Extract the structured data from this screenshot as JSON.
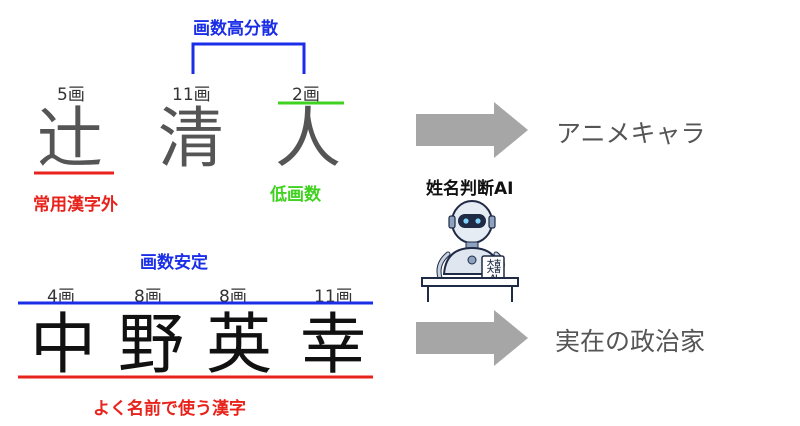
{
  "name1": {
    "chars": [
      "辻",
      "清",
      "人"
    ],
    "strokes": [
      "5画",
      "11画",
      "2画"
    ],
    "bracket_label": "画数高分散",
    "note_red": "常用漢字外",
    "note_green": "低画数"
  },
  "name2": {
    "chars": [
      "中",
      "野",
      "英",
      "幸"
    ],
    "strokes": [
      "4画",
      "8画",
      "8画",
      "11画"
    ],
    "top_label": "画数安定",
    "bottom_label": "よく名前で使う漢字"
  },
  "ai": {
    "label": "姓名判断AI",
    "book_text": [
      "大",
      "吉",
      "大",
      "吉",
      "AI"
    ]
  },
  "results": {
    "top": "アニメキャラ",
    "bottom": "実在の政治家"
  },
  "colors": {
    "red": "#e8231c",
    "blue": "#1a2ee8",
    "green": "#3fd21f",
    "arrow": "#a6a6a6"
  }
}
